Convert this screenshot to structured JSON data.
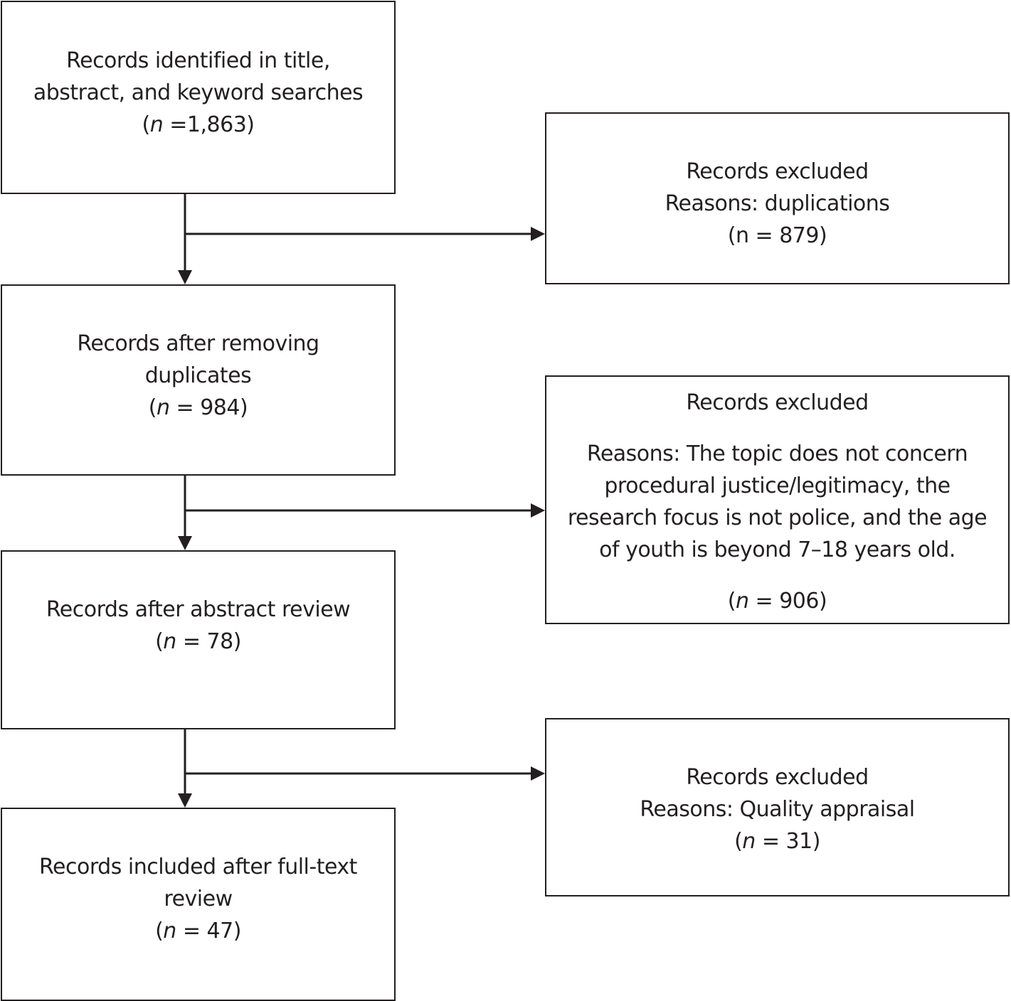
{
  "main_flow": {
    "identified": {
      "lines": [
        "Records identified in title,",
        "abstract, and keyword searches"
      ],
      "count_prefix": "(",
      "count_var": "n",
      "count_rest": " =1,863)"
    },
    "after_duplicates": {
      "lines": [
        "Records after removing",
        "duplicates"
      ],
      "count_prefix": "(",
      "count_var": "n",
      "count_rest": " = 984)"
    },
    "after_abstract": {
      "lines": [
        "Records after abstract review"
      ],
      "count_prefix": "(",
      "count_var": "n",
      "count_rest": " = 78)"
    },
    "included": {
      "lines": [
        "Records included after full-text",
        "review"
      ],
      "count_prefix": "(",
      "count_var": "n",
      "count_rest": " = 47)"
    }
  },
  "exclusions": {
    "duplications": {
      "title": "Records excluded",
      "reason": "Reasons: duplications",
      "count": "(n = 879)"
    },
    "topic": {
      "title": "Records excluded",
      "reason_lines": [
        "Reasons: The topic does not concern",
        "procedural justice/legitimacy, the",
        "research focus is not police, and the age",
        "of youth is beyond 7–18 years old."
      ],
      "count_prefix": "(",
      "count_var": "n",
      "count_rest": " = 906)"
    },
    "quality": {
      "title": "Records excluded",
      "reason": "Reasons: Quality appraisal",
      "count_prefix": "(",
      "count_var": "n",
      "count_rest": " = 31)"
    }
  }
}
